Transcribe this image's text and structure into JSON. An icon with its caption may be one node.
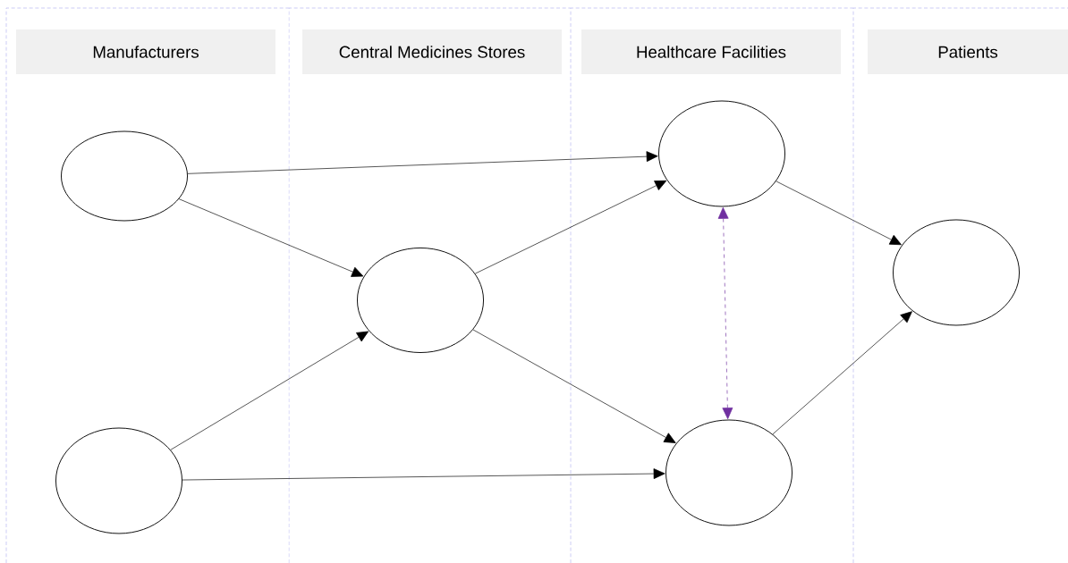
{
  "diagram": {
    "nodes": [
      {
        "text": [
          "Manufacturers"
        ]
      },
      {
        "text": [
          "Central Medicines Stores"
        ]
      },
      {
        "text": [
          "Healthcare Facilities"
        ]
      },
      {
        "text": [
          "Patients"
        ]
      },
      {
        "text": [],
        "shape": "circle"
      },
      {
        "text": [],
        "shape": "circle"
      },
      {
        "text": [],
        "shape": "circle"
      },
      {
        "text": [],
        "shape": "circle"
      },
      {
        "text": [],
        "shape": "circle"
      },
      {
        "text": [],
        "shape": "circle"
      }
    ],
    "edges": [
      {
        "from": 4,
        "to": 7,
        "arrow": "to"
      },
      {
        "from": 4,
        "to": 6,
        "arrow": "to"
      },
      {
        "from": 5,
        "to": 6,
        "arrow": "to"
      },
      {
        "from": 5,
        "to": 8,
        "arrow": "to"
      },
      {
        "from": 6,
        "to": 7,
        "arrow": "to"
      },
      {
        "from": 6,
        "to": 8,
        "arrow": "to"
      },
      {
        "from": 7,
        "to": 9,
        "arrow": "to"
      },
      {
        "from": 8,
        "to": 9,
        "arrow": "to"
      },
      {
        "from": 7,
        "to": 8,
        "arrow": "both",
        "style": "dashed",
        "color": "#7030a0"
      }
    ]
  }
}
